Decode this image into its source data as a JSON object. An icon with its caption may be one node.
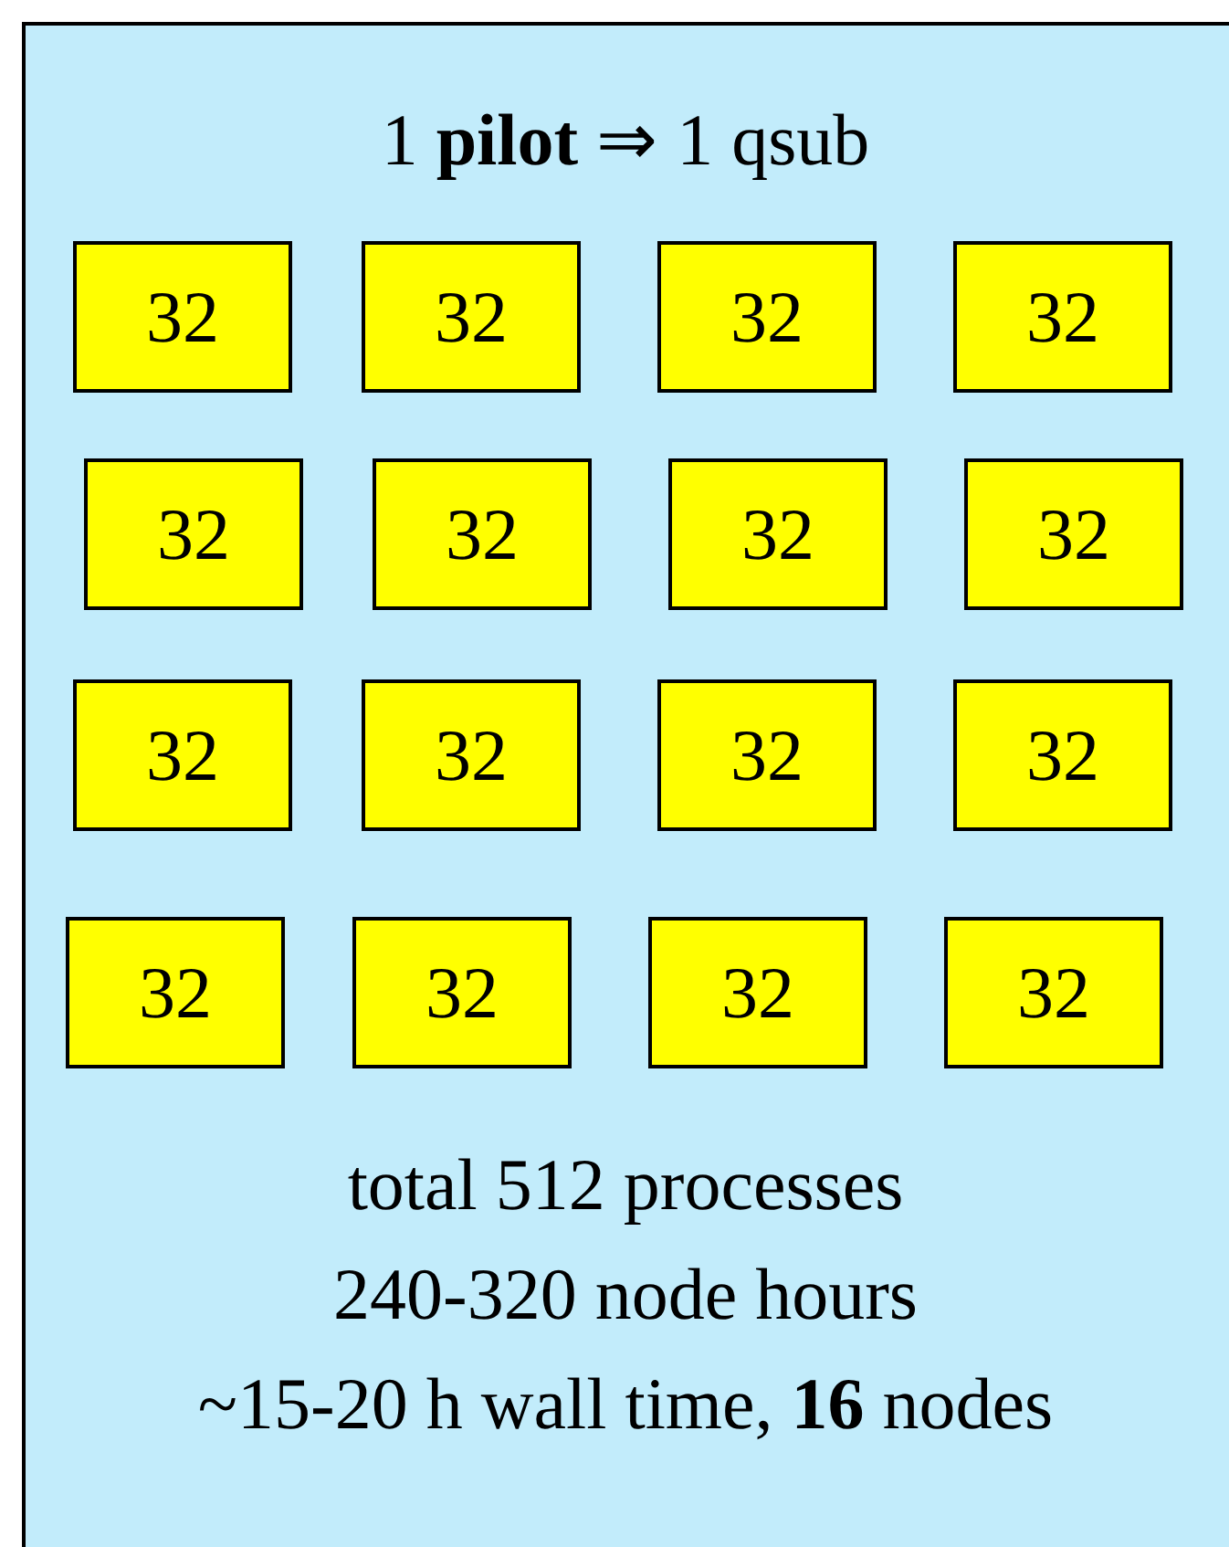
{
  "diagram": {
    "nodes": [
      {
        "text": [
          "1 **pilot** ⇒ 1 qsub",
          "total 512 processes",
          "240-320 node hours",
          "~15-20 h wall time, **16** nodes"
        ]
      },
      {
        "text": [
          "32"
        ],
        "in": 0
      },
      {
        "text": [
          "32"
        ],
        "in": 0
      },
      {
        "text": [
          "32"
        ],
        "in": 0
      },
      {
        "text": [
          "32"
        ],
        "in": 0
      },
      {
        "text": [
          "32"
        ],
        "in": 0
      },
      {
        "text": [
          "32"
        ],
        "in": 0
      },
      {
        "text": [
          "32"
        ],
        "in": 0
      },
      {
        "text": [
          "32"
        ],
        "in": 0
      },
      {
        "text": [
          "32"
        ],
        "in": 0
      },
      {
        "text": [
          "32"
        ],
        "in": 0
      },
      {
        "text": [
          "32"
        ],
        "in": 0
      },
      {
        "text": [
          "32"
        ],
        "in": 0
      },
      {
        "text": [
          "32"
        ],
        "in": 0
      },
      {
        "text": [
          "32"
        ],
        "in": 0
      },
      {
        "text": [
          "32"
        ],
        "in": 0
      },
      {
        "text": [
          "32"
        ],
        "in": 0
      }
    ]
  }
}
